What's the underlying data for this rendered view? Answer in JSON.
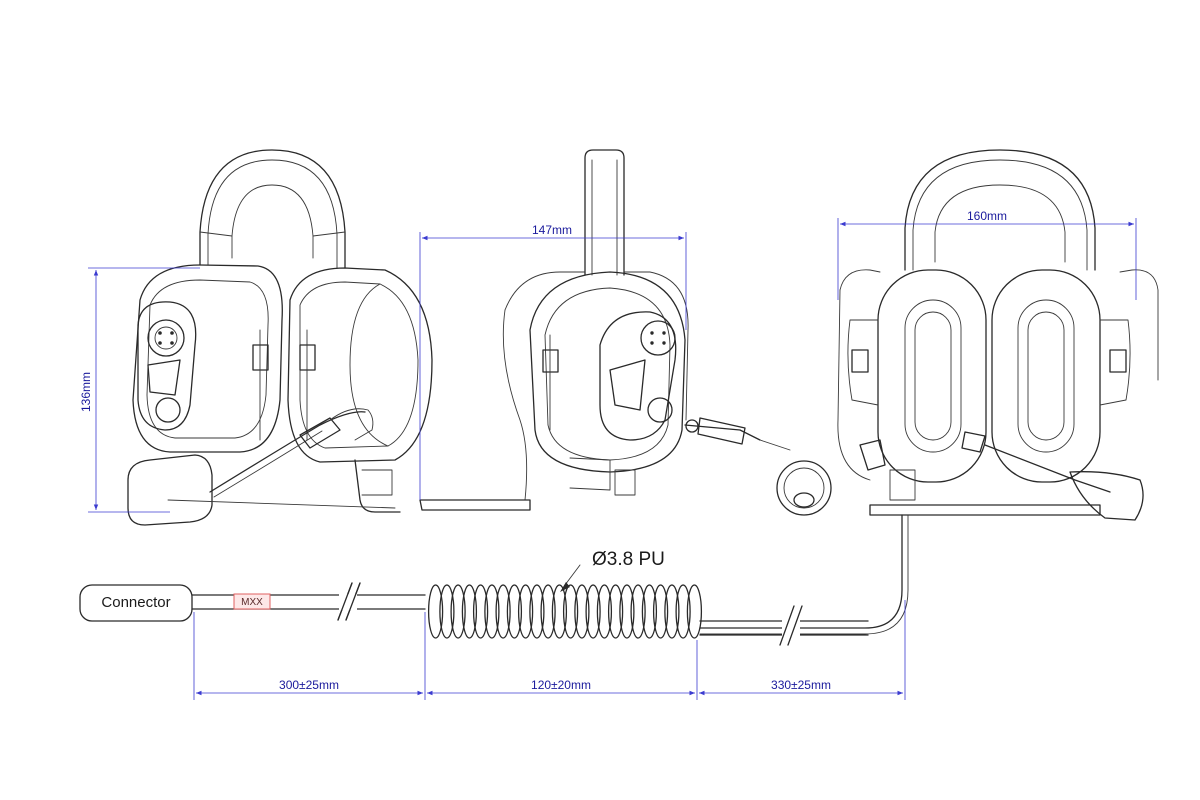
{
  "dimensions": {
    "height_front": "136mm",
    "width_side": "147mm",
    "width_rear": "160mm",
    "cable_straight_1": "300±25mm",
    "cable_coil": "120±20mm",
    "cable_straight_2": "330±25mm"
  },
  "cable": {
    "spec": "Ø3.8 PU",
    "connector_label": "Connector",
    "tag_label": "MXX"
  },
  "colors": {
    "line": "#2a2a2a",
    "dimension": "#3b3bd0",
    "dimension_text": "#1a1a9c",
    "tag_border": "#e06060",
    "tag_fill": "#fde8e8"
  }
}
